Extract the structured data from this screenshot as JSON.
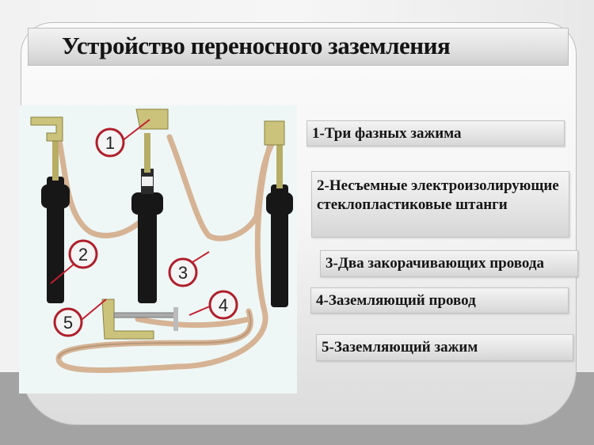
{
  "slide": {
    "title": "Устройство переносного заземления",
    "labels": [
      {
        "id": 1,
        "text": "1-Три фазных зажима"
      },
      {
        "id": 2,
        "text": "2-Несъемные электроизолирующие стеклопластиковые штанги"
      },
      {
        "id": 3,
        "text": "3-Два закорачивающих провода"
      },
      {
        "id": 4,
        "text": "4-Заземляющий провод"
      },
      {
        "id": 5,
        "text": "5-Заземляющий зажим"
      }
    ],
    "photo": {
      "callouts": [
        "1",
        "2",
        "3",
        "4",
        "5"
      ]
    }
  },
  "colors": {
    "title_bar": "#dcdcdc",
    "label_box": "#e3e3e3",
    "callout_ring": "#b01e2a",
    "rod": "#1a1a1a",
    "wire": "#d9b89a",
    "clamp": "#c9c07a",
    "background_bottom": "#a3a3a3"
  }
}
